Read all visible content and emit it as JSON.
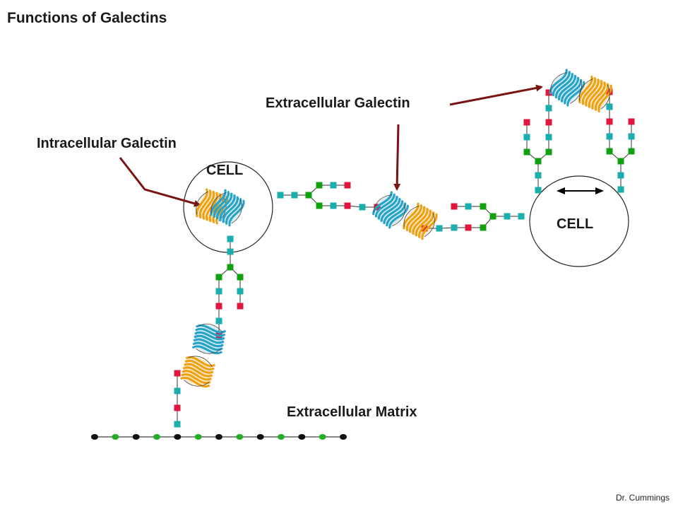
{
  "title": "Functions of Galectins",
  "labels": {
    "intracellular_galectin": "Intracellular Galectin",
    "extracellular_galectin": "Extracellular Galectin",
    "extracellular_matrix": "Extracellular Matrix",
    "cell_left": "CELL",
    "cell_right": "CELL"
  },
  "credit": "Dr. Cummings",
  "colors": {
    "arrow": "#7a1414",
    "sugar_teal": "#1aaeae",
    "sugar_green": "#10a010",
    "sugar_red": "#e0163c",
    "matrix_black": "#111111",
    "matrix_green": "#22b022",
    "galectin_blue": "#27a3c9",
    "galectin_orange": "#f0a010"
  }
}
